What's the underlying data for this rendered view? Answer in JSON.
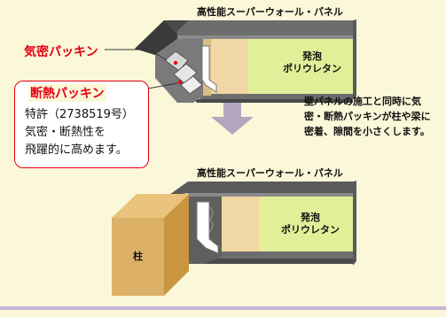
{
  "top_panel": {
    "title": "高性能スーパーウォール・パネル",
    "foam_line1": "発泡",
    "foam_line2": "ポリウレタン"
  },
  "labels": {
    "airtight_packing": "気密パッキン",
    "insulation_packing": "断熱パッキン"
  },
  "note": {
    "line1": "特許（2738519号）",
    "line2": "気密・断熱性を",
    "line3": "飛躍的に高めます。"
  },
  "description": {
    "line1": "壁パネルの施工と同時に気",
    "line2": "密・断熱パッキンが柱や梁に",
    "line3": "密着、隙間を小さくします。"
  },
  "bottom_panel": {
    "title": "高性能スーパーウォール・パネル",
    "pillar_label": "柱",
    "foam_line1": "発泡",
    "foam_line2": "ポリウレタン"
  },
  "colors": {
    "background": "#fbf7d9",
    "accent_red": "#e50012",
    "foam": "#e0ef98",
    "wood": "#f1d7a3",
    "dark_frame": "#5a5a5a",
    "arrow": "#b3a6bf"
  }
}
